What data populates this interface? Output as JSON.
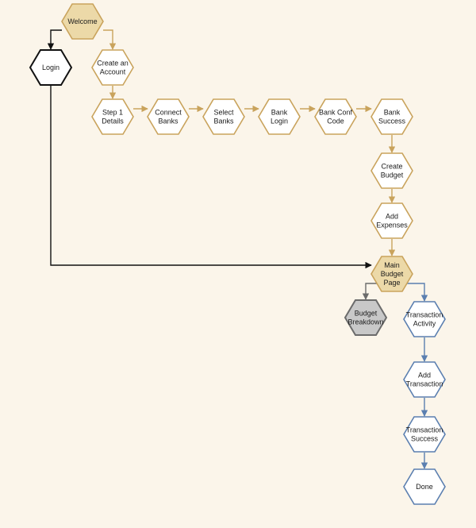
{
  "colors": {
    "background": "#fbf5ea",
    "gold_stroke": "#c9a35c",
    "gold_fill_highlight": "#ecd9a8",
    "node_fill": "#ffffff",
    "black_stroke": "#111111",
    "blue_stroke": "#5b7fb0",
    "gray_fill": "#c8c8c8",
    "gray_stroke": "#6b6b6b",
    "black_edge": "#111111"
  },
  "nodes": [
    {
      "id": "welcome",
      "lines": [
        "Welcome"
      ],
      "style": "gold-highlight"
    },
    {
      "id": "login",
      "lines": [
        "Login"
      ],
      "style": "black"
    },
    {
      "id": "create-account",
      "lines": [
        "Create an",
        "Account"
      ],
      "style": "gold"
    },
    {
      "id": "step1",
      "lines": [
        "Step 1",
        "Details"
      ],
      "style": "gold"
    },
    {
      "id": "connect-banks",
      "lines": [
        "Connect",
        "Banks"
      ],
      "style": "gold"
    },
    {
      "id": "select-banks",
      "lines": [
        "Select",
        "Banks"
      ],
      "style": "gold"
    },
    {
      "id": "bank-login",
      "lines": [
        "Bank",
        "Login"
      ],
      "style": "gold"
    },
    {
      "id": "bank-conf-code",
      "lines": [
        "Bank Conf",
        "Code"
      ],
      "style": "gold"
    },
    {
      "id": "bank-success",
      "lines": [
        "Bank",
        "Success"
      ],
      "style": "gold"
    },
    {
      "id": "create-budget",
      "lines": [
        "Create",
        "Budget"
      ],
      "style": "gold"
    },
    {
      "id": "add-expenses",
      "lines": [
        "Add",
        "Expenses"
      ],
      "style": "gold"
    },
    {
      "id": "main-budget",
      "lines": [
        "Main",
        "Budget",
        "Page"
      ],
      "style": "gold-highlight"
    },
    {
      "id": "budget-breakdown",
      "lines": [
        "Budget",
        "Breakdown"
      ],
      "style": "gray"
    },
    {
      "id": "transaction-activity",
      "lines": [
        "Transaction",
        "Activity"
      ],
      "style": "blue"
    },
    {
      "id": "add-transaction",
      "lines": [
        "Add",
        "Transaction"
      ],
      "style": "blue"
    },
    {
      "id": "transaction-success",
      "lines": [
        "Transaction",
        "Success"
      ],
      "style": "blue"
    },
    {
      "id": "done",
      "lines": [
        "Done"
      ],
      "style": "blue"
    }
  ],
  "edges": [
    {
      "from": "welcome",
      "to": "login",
      "color": "black"
    },
    {
      "from": "welcome",
      "to": "create-account",
      "color": "gold"
    },
    {
      "from": "create-account",
      "to": "step1",
      "color": "gold"
    },
    {
      "from": "step1",
      "to": "connect-banks",
      "color": "gold"
    },
    {
      "from": "connect-banks",
      "to": "select-banks",
      "color": "gold"
    },
    {
      "from": "select-banks",
      "to": "bank-login",
      "color": "gold"
    },
    {
      "from": "bank-login",
      "to": "bank-conf-code",
      "color": "gold"
    },
    {
      "from": "bank-conf-code",
      "to": "bank-success",
      "color": "gold"
    },
    {
      "from": "bank-success",
      "to": "create-budget",
      "color": "gold"
    },
    {
      "from": "create-budget",
      "to": "add-expenses",
      "color": "gold"
    },
    {
      "from": "add-expenses",
      "to": "main-budget",
      "color": "gold"
    },
    {
      "from": "login",
      "to": "main-budget",
      "color": "black"
    },
    {
      "from": "main-budget",
      "to": "budget-breakdown",
      "color": "gray"
    },
    {
      "from": "main-budget",
      "to": "transaction-activity",
      "color": "blue"
    },
    {
      "from": "transaction-activity",
      "to": "add-transaction",
      "color": "blue"
    },
    {
      "from": "add-transaction",
      "to": "transaction-success",
      "color": "blue"
    },
    {
      "from": "transaction-success",
      "to": "done",
      "color": "blue"
    }
  ]
}
